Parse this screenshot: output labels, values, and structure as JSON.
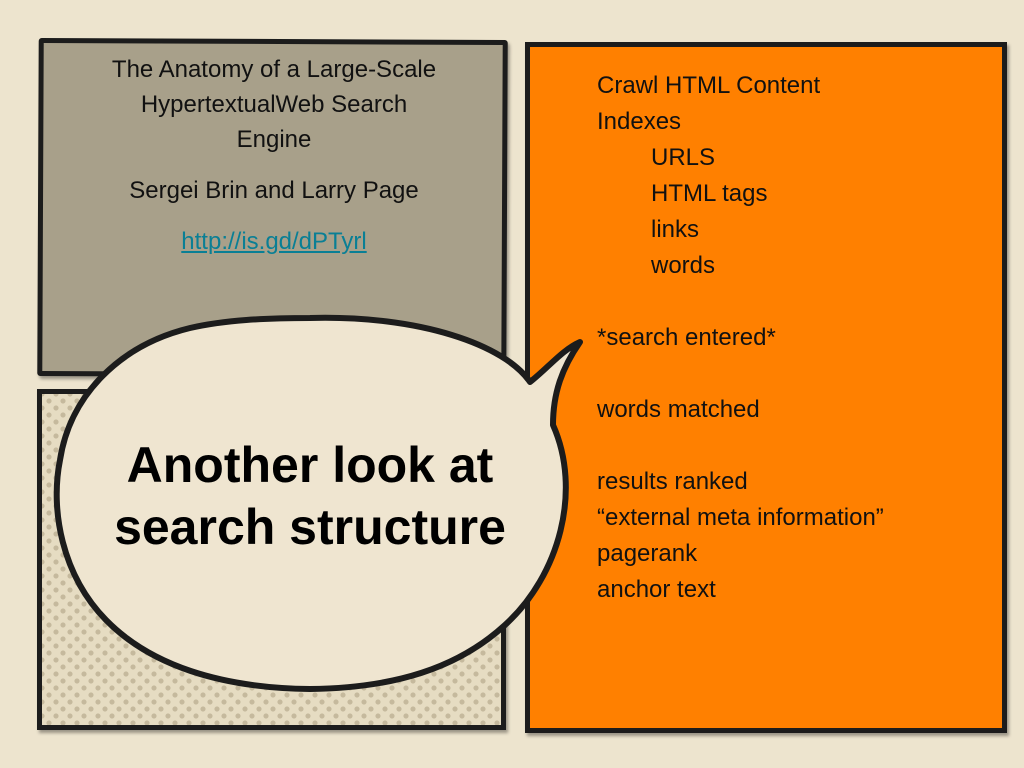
{
  "top_left_panel": {
    "title_line1": "The Anatomy of a Large-Scale",
    "title_line2": "HypertextualWeb Search",
    "title_line3": "Engine",
    "authors": "Sergei Brin and Larry Page",
    "link": "http://is.gd/dPTyrl",
    "link_color": "#0a7f95"
  },
  "right_panel": {
    "lines": [
      "Crawl HTML Content",
      "Indexes",
      "URLS",
      "HTML tags",
      "links",
      "words",
      "*search entered*",
      "words matched",
      "results ranked",
      "“external meta information”",
      "pagerank",
      "anchor text"
    ]
  },
  "bubble": {
    "line1": "Another look at",
    "line2": "search structure"
  },
  "colors": {
    "background": "#ede4ce",
    "top_left_fill": "#a8a08a",
    "right_fill": "#ff8000",
    "bubble_fill": "#efe5d0",
    "border": "#1c1c1c"
  }
}
